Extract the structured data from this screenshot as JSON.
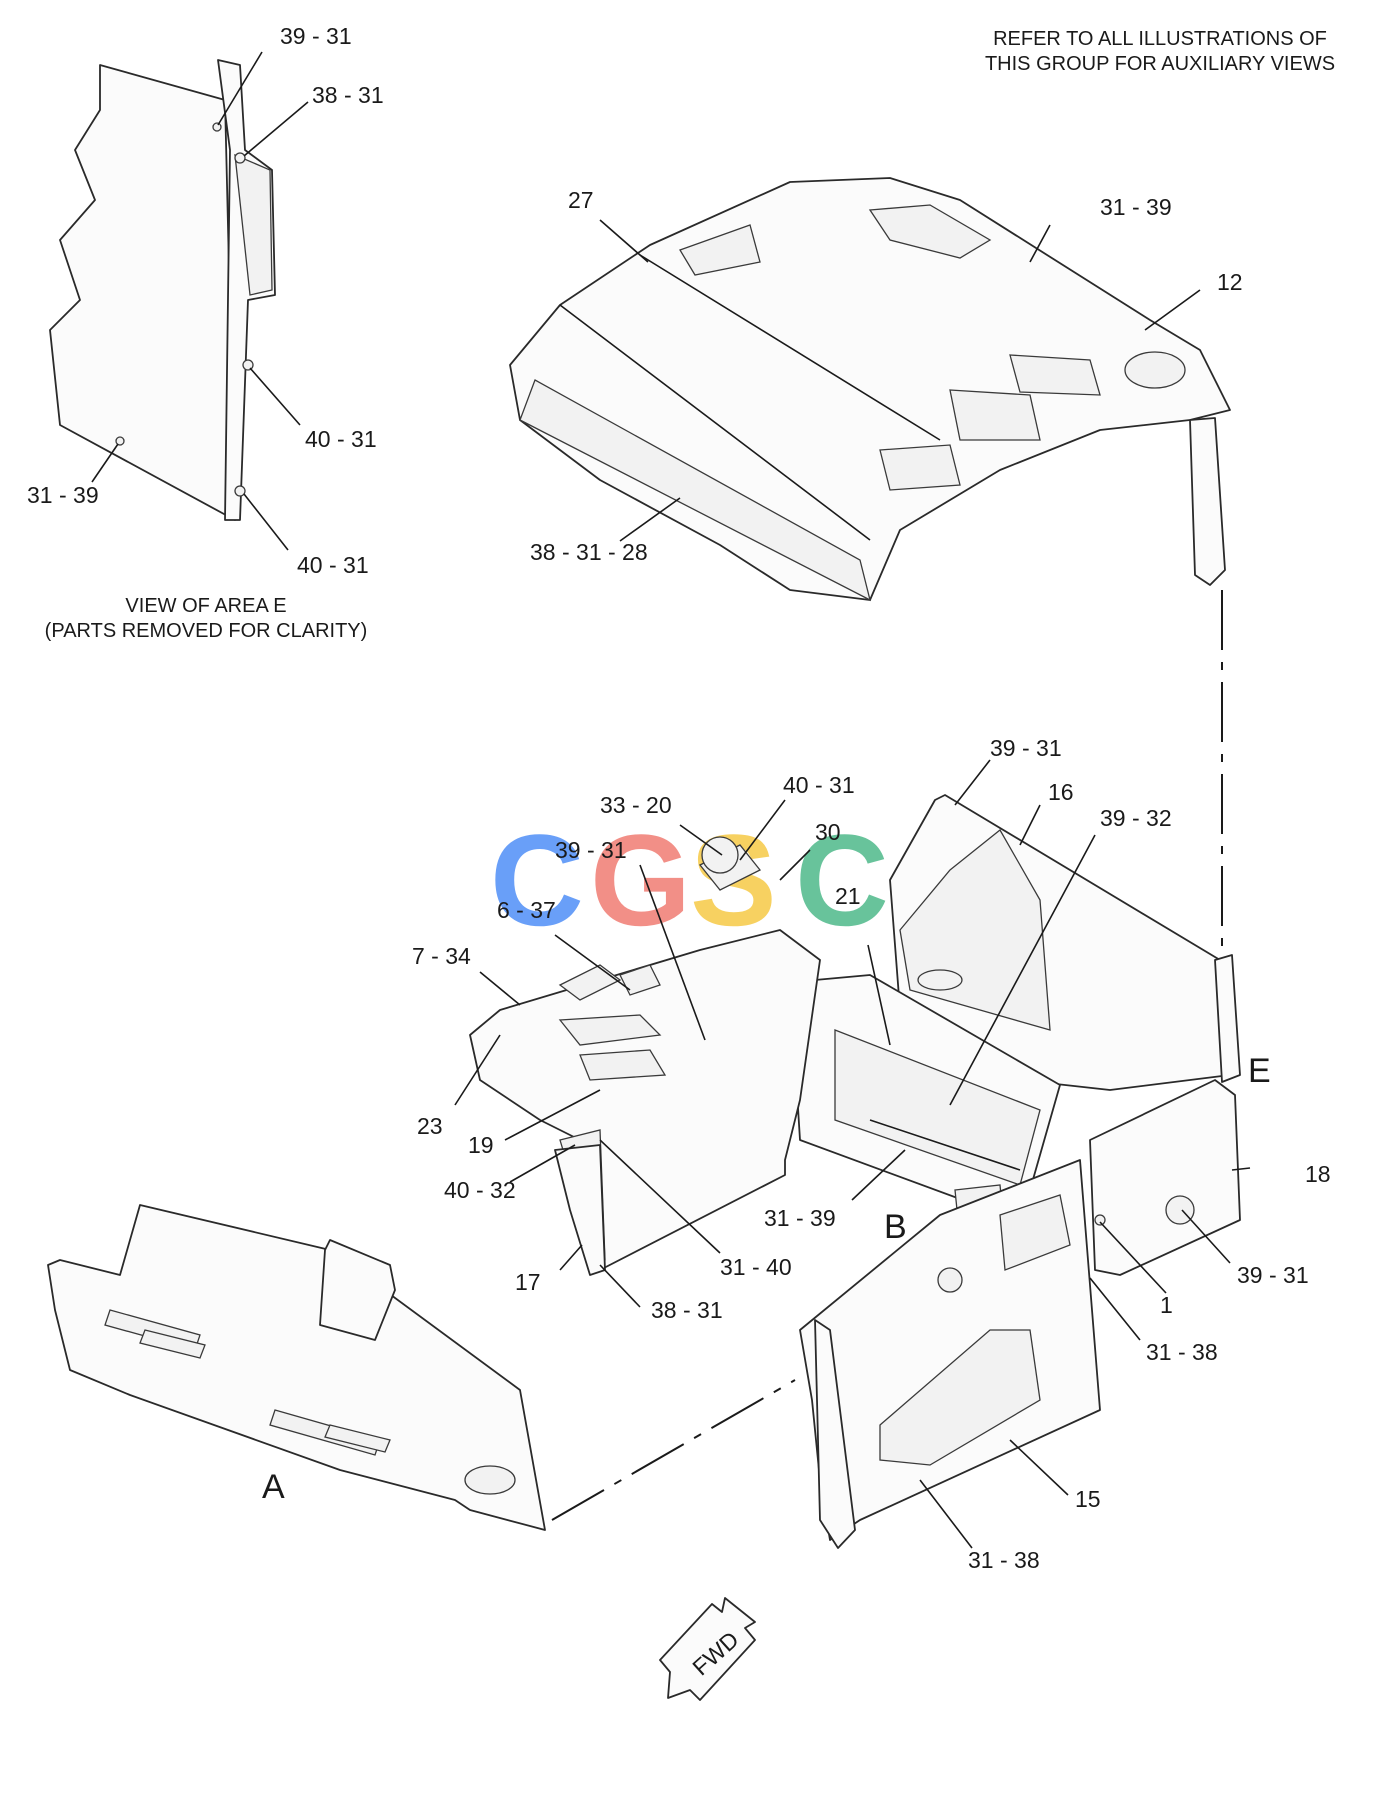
{
  "header_note": {
    "line1": "REFER TO ALL ILLUSTRATIONS OF",
    "line2": "THIS GROUP FOR AUXILIARY VIEWS"
  },
  "view_note": {
    "line1": "VIEW OF AREA  E",
    "line2": "(PARTS REMOVED FOR CLARITY)"
  },
  "area_letters": {
    "a": "A",
    "b": "B",
    "e": "E"
  },
  "fwd_arrow": {
    "label": "FWD"
  },
  "watermark": {
    "letters": [
      "C",
      "G",
      "S",
      "C"
    ],
    "colors": [
      "#4f8ef7",
      "#f07b72",
      "#f6c945",
      "#4db88a"
    ]
  },
  "callouts": [
    "39 - 31",
    "38 - 31",
    "40 - 31",
    "31 - 39",
    "40 - 31",
    "27",
    "31 - 39",
    "12",
    "38 - 31 - 28",
    "39 - 31",
    "16",
    "39 - 32",
    "40 - 31",
    "30",
    "33 - 20",
    "39 - 31",
    "21",
    "6 - 37",
    "7 - 34",
    "23",
    "19",
    "40 - 32",
    "17",
    "38 - 31",
    "31 - 40",
    "31 - 39",
    "18",
    "39 - 31",
    "1",
    "31 - 38",
    "15",
    "31 - 38"
  ]
}
